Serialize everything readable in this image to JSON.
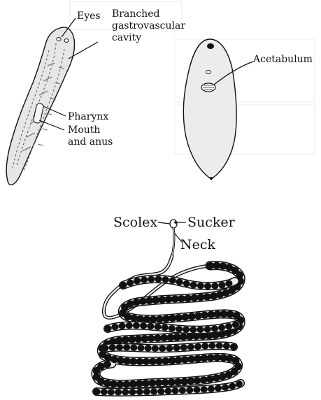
{
  "planaria": {
    "labels": {
      "eyes": "Eyes",
      "gastro_line1": "Branched",
      "gastro_line2": "gastrovascular",
      "gastro_line3": "cavity",
      "pharynx": "Pharynx",
      "mouth_line1": "Mouth",
      "mouth_line2": "and anus"
    }
  },
  "fluke": {
    "labels": {
      "acetabulum": "Acetabulum"
    }
  },
  "tapeworm": {
    "labels": {
      "scolex": "Scolex",
      "sucker": "Sucker",
      "neck": "Neck"
    }
  },
  "colors": {
    "ink": "#111111",
    "body_fill": "#e6e6e6",
    "segment_fill": "#f2f2f2"
  }
}
